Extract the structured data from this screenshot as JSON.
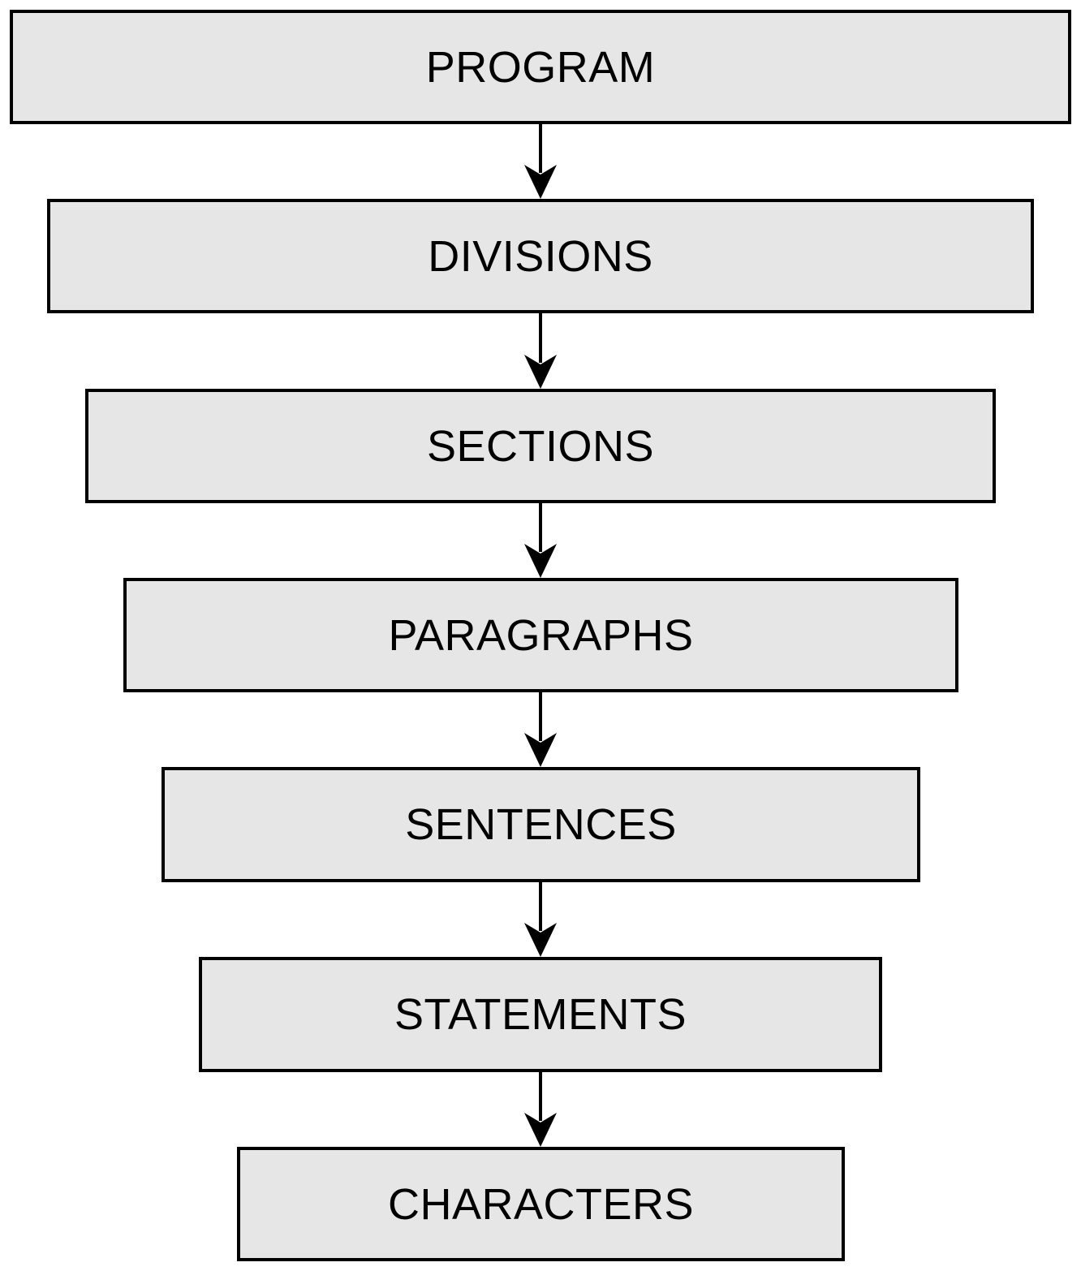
{
  "colors": {
    "box_fill": "#e6e6e6",
    "box_border": "#000000",
    "arrow": "#000000",
    "text": "#000000",
    "background": "#ffffff"
  },
  "diagram": {
    "levels": [
      {
        "label": "PROGRAM"
      },
      {
        "label": "DIVISIONS"
      },
      {
        "label": "SECTIONS"
      },
      {
        "label": "PARAGRAPHS"
      },
      {
        "label": "SENTENCES"
      },
      {
        "label": "STATEMENTS"
      },
      {
        "label": "CHARACTERS"
      }
    ]
  }
}
